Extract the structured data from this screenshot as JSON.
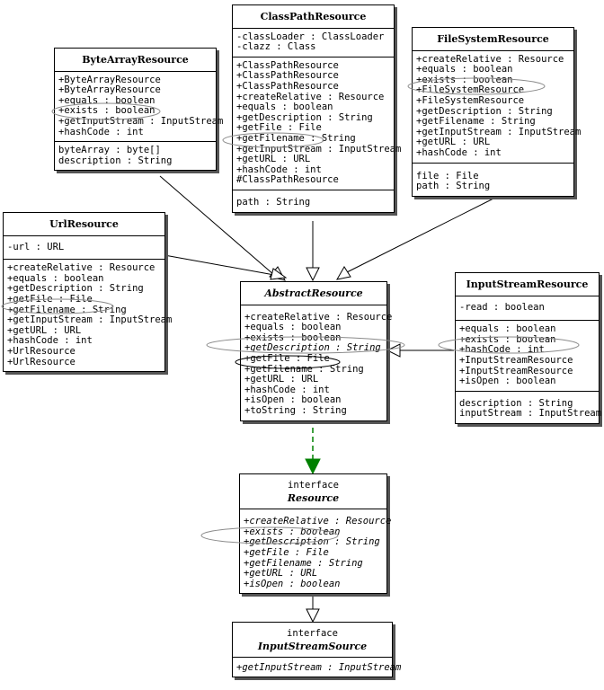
{
  "classes": {
    "classpath": {
      "name": "ClassPathResource",
      "fields": [
        "-classLoader : ClassLoader",
        "-clazz : Class"
      ],
      "methods": [
        "+ClassPathResource",
        "+ClassPathResource",
        "+ClassPathResource",
        "+createRelative : Resource",
        "+equals : boolean",
        "+getDescription : String",
        "+getFile : File",
        "+getFilename : String",
        "+getInputStream : InputStream",
        "+getURL : URL",
        "+hashCode : int",
        "#ClassPathResource"
      ],
      "extra": [
        "path : String"
      ]
    },
    "bytearray": {
      "name": "ByteArrayResource",
      "methods": [
        "+ByteArrayResource",
        "+ByteArrayResource",
        "+equals : boolean",
        "+exists : boolean",
        "+getInputStream : InputStream",
        "+hashCode : int"
      ],
      "fields": [
        "byteArray : byte[]",
        "description : String"
      ]
    },
    "filesystem": {
      "name": "FileSystemResource",
      "methods": [
        "+createRelative : Resource",
        "+equals : boolean",
        "+exists : boolean",
        "+FileSystemResource",
        "+FileSystemResource",
        "+getDescription : String",
        "+getFilename : String",
        "+getInputStream : InputStream",
        "+getURL : URL",
        "+hashCode : int"
      ],
      "fields": [
        "file : File",
        "path : String"
      ]
    },
    "url": {
      "name": "UrlResource",
      "fields": [
        "-url : URL"
      ],
      "methods": [
        "+createRelative : Resource",
        "+equals : boolean",
        "+getDescription : String",
        "+getFile : File",
        "+getFilename : String",
        "+getInputStream : InputStream",
        "+getURL : URL",
        "+hashCode : int",
        "+UrlResource",
        "+UrlResource"
      ]
    },
    "abstract": {
      "name": "AbstractResource",
      "methods": [
        "+createRelative : Resource",
        "+equals : boolean",
        "+exists : boolean",
        "+getDescription : String",
        "+getFile : File",
        "+getFilename : String",
        "+getURL : URL",
        "+hashCode : int",
        "+isOpen : boolean",
        "+toString : String"
      ]
    },
    "inputstream": {
      "name": "InputStreamResource",
      "fields": [
        "-read : boolean"
      ],
      "methods": [
        "+equals : boolean",
        "+exists : boolean",
        "+hashCode : int",
        "+InputStreamResource",
        "+InputStreamResource",
        "+isOpen : boolean"
      ],
      "extra": [
        "description : String",
        "inputStream : InputStream"
      ]
    },
    "resource": {
      "stereotype": "interface",
      "name": "Resource",
      "methods": [
        "+createRelative : Resource",
        "+exists : boolean",
        "+getDescription : String",
        "+getFile : File",
        "+getFilename : String",
        "+getURL : URL",
        "+isOpen : boolean"
      ]
    },
    "inputstreamsource": {
      "stereotype": "interface",
      "name": "InputStreamSource",
      "methods": [
        "+getInputStream : InputStream"
      ]
    }
  },
  "colors": {
    "line": "#000000",
    "realization": "#008000",
    "highlight": "#8a8a8a",
    "shadow": "#555555"
  }
}
